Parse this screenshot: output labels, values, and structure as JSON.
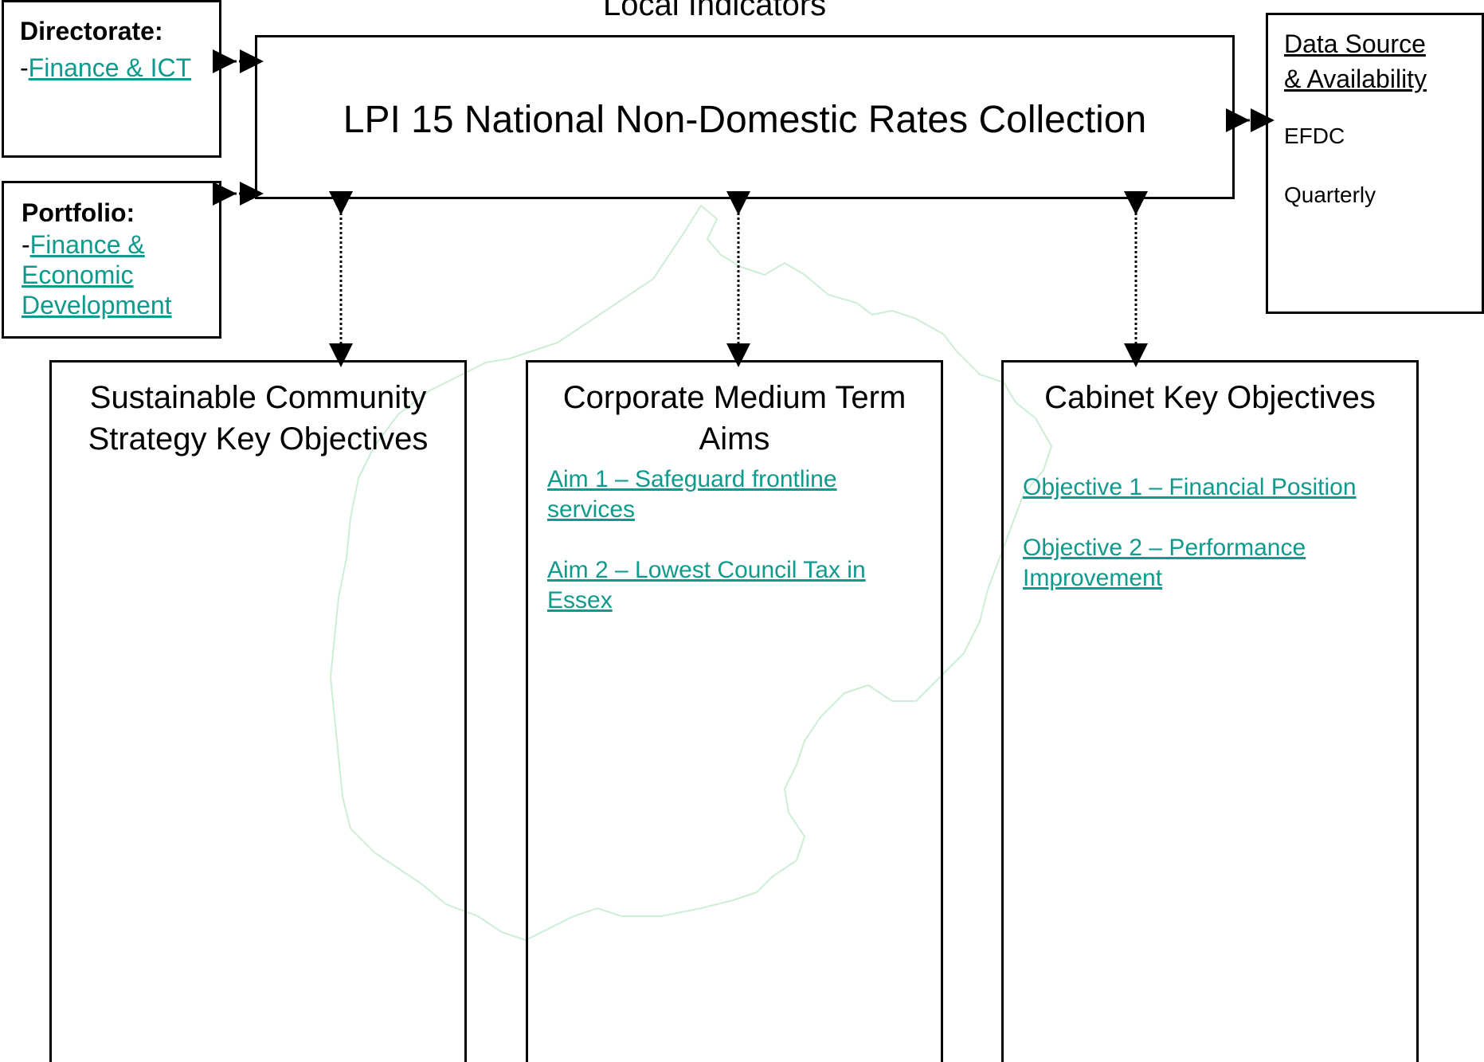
{
  "page": {
    "heading": "Local Indicators"
  },
  "directorate": {
    "label": "Directorate:",
    "prefix": "-",
    "link": "Finance & ICT"
  },
  "portfolio": {
    "label": "Portfolio:",
    "prefix": "-",
    "link_line1": "Finance &",
    "link_line2": "Economic",
    "link_line3": "Development"
  },
  "indicator": {
    "title": "LPI 15 National Non-Domestic Rates Collection"
  },
  "data_source": {
    "title_line1": "Data Source",
    "title_line2": "& Availability",
    "source": "EFDC",
    "frequency": "Quarterly"
  },
  "sustainable_community": {
    "title": "Sustainable Community Strategy Key Objectives",
    "items": []
  },
  "corporate_aims": {
    "title": "Corporate Medium Term Aims",
    "items": [
      "Aim 1 – Safeguard frontline services",
      "Aim 2 – Lowest Council Tax in Essex"
    ]
  },
  "cabinet_objectives": {
    "title": "Cabinet Key Objectives",
    "items": [
      "Objective 1 – Financial Position",
      "Objective 2 – Performance Improvement"
    ]
  },
  "colors": {
    "link": "#0e9a8c",
    "watermark": "#b8e6c6"
  }
}
